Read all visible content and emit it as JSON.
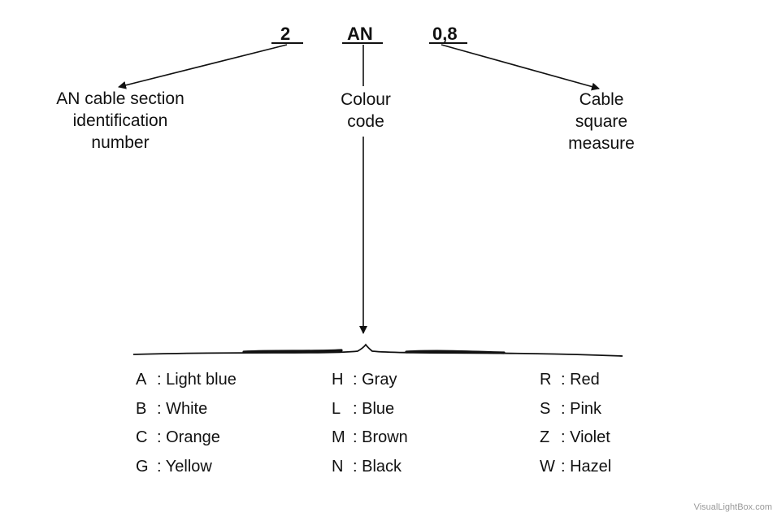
{
  "codes": {
    "section_number": "2",
    "colour": "AN",
    "square_measure": "0,8"
  },
  "labels": {
    "section": [
      "AN cable section",
      "identification",
      "number"
    ],
    "colour": [
      "Colour",
      "code"
    ],
    "measure": [
      "Cable",
      "square",
      "measure"
    ]
  },
  "legend": {
    "columns": [
      [
        {
          "code": "A",
          "colour": ": Light blue"
        },
        {
          "code": "B",
          "colour": ": White"
        },
        {
          "code": "C",
          "colour": ": Orange"
        },
        {
          "code": "G",
          "colour": ": Yellow"
        }
      ],
      [
        {
          "code": "H",
          "colour": ": Gray"
        },
        {
          "code": "L",
          "colour": ": Blue"
        },
        {
          "code": "M",
          "colour": ": Brown"
        },
        {
          "code": "N",
          "colour": ": Black"
        }
      ],
      [
        {
          "code": "R",
          "colour": ": Red"
        },
        {
          "code": "S",
          "colour": ": Pink"
        },
        {
          "code": "Z",
          "colour": ": Violet"
        },
        {
          "code": "W",
          "colour": ": Hazel"
        }
      ]
    ]
  },
  "watermark": "VisualLightBox.com",
  "colors": {
    "ink": "#111111",
    "background": "#ffffff",
    "watermark": "#9a9a9a"
  }
}
